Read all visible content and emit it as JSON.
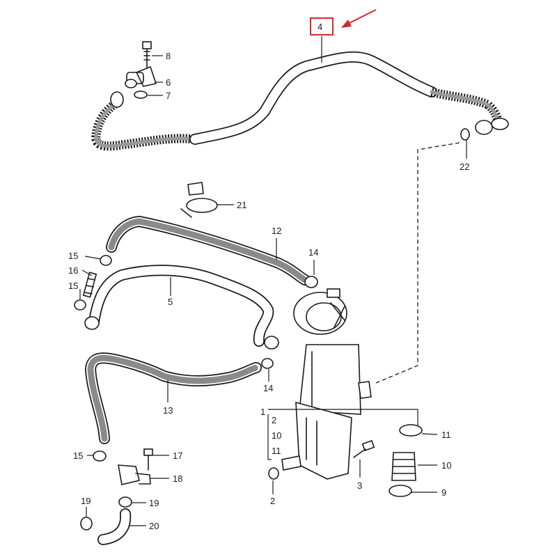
{
  "callouts": [
    {
      "id": "c4",
      "label": "4"
    },
    {
      "id": "c8",
      "label": "8"
    },
    {
      "id": "c6",
      "label": "6"
    },
    {
      "id": "c7",
      "label": "7"
    },
    {
      "id": "c22",
      "label": "22"
    },
    {
      "id": "c21",
      "label": "21"
    },
    {
      "id": "c12",
      "label": "12"
    },
    {
      "id": "c14a",
      "label": "14"
    },
    {
      "id": "c15a",
      "label": "15"
    },
    {
      "id": "c16",
      "label": "16"
    },
    {
      "id": "c15b",
      "label": "15"
    },
    {
      "id": "c5",
      "label": "5"
    },
    {
      "id": "c14b",
      "label": "14"
    },
    {
      "id": "c13",
      "label": "13"
    },
    {
      "id": "c1",
      "label": "1"
    },
    {
      "id": "c1_2",
      "label": "2"
    },
    {
      "id": "c1_10",
      "label": "10"
    },
    {
      "id": "c1_11",
      "label": "11"
    },
    {
      "id": "c11",
      "label": "11"
    },
    {
      "id": "c10",
      "label": "10"
    },
    {
      "id": "c9",
      "label": "9"
    },
    {
      "id": "c3",
      "label": "3"
    },
    {
      "id": "c2",
      "label": "2"
    },
    {
      "id": "c15c",
      "label": "15"
    },
    {
      "id": "c17",
      "label": "17"
    },
    {
      "id": "c18",
      "label": "18"
    },
    {
      "id": "c19a",
      "label": "19"
    },
    {
      "id": "c19b",
      "label": "19"
    },
    {
      "id": "c20",
      "label": "20"
    }
  ],
  "highlight": {
    "callout": "4",
    "color": "#d62828"
  }
}
